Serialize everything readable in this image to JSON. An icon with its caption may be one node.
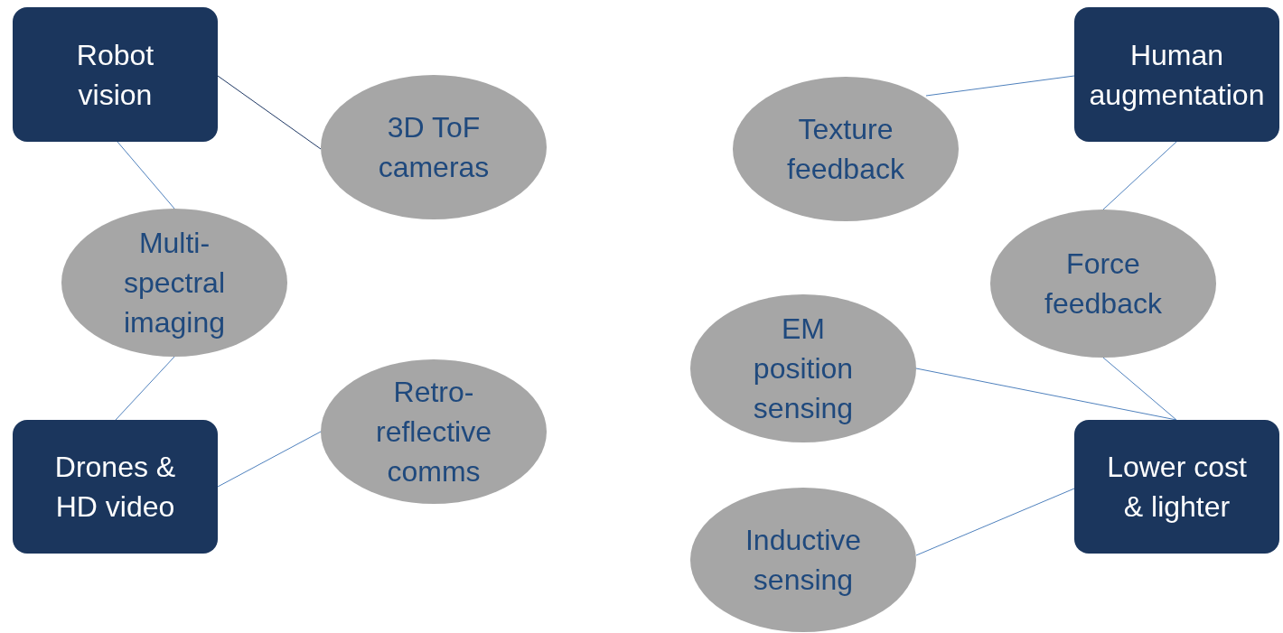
{
  "diagram": {
    "nodes": [
      {
        "text": [
          "Robot vision"
        ]
      },
      {
        "text": [
          "3D ToF cameras"
        ]
      },
      {
        "text": [
          "Multi-spectral imaging"
        ]
      },
      {
        "text": [
          "Drones & HD video"
        ]
      },
      {
        "text": [
          "Retro-reflective comms"
        ]
      },
      {
        "text": [
          "Human augmentation"
        ]
      },
      {
        "text": [
          "Texture feedback"
        ]
      },
      {
        "text": [
          "Force feedback"
        ]
      },
      {
        "text": [
          "EM position sensing"
        ]
      },
      {
        "text": [
          "Lower cost & lighter"
        ]
      },
      {
        "text": [
          "Inductive sensing"
        ]
      }
    ],
    "edges": [
      {
        "from": 0,
        "to": 1,
        "arrow": "none",
        "color": "#1f3864"
      },
      {
        "from": 0,
        "to": 2,
        "arrow": "none"
      },
      {
        "from": 2,
        "to": 3,
        "arrow": "none"
      },
      {
        "from": 3,
        "to": 4,
        "arrow": "none"
      },
      {
        "from": 5,
        "to": 6,
        "arrow": "none"
      },
      {
        "from": 5,
        "to": 7,
        "arrow": "none"
      },
      {
        "from": 7,
        "to": 9,
        "arrow": "none"
      },
      {
        "from": 8,
        "to": 9,
        "arrow": "none"
      },
      {
        "from": 10,
        "to": 9,
        "arrow": "none"
      }
    ]
  }
}
